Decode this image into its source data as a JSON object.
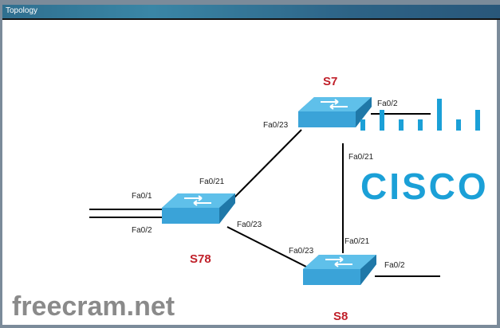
{
  "window": {
    "title": "Topology"
  },
  "watermark": "freecram.net",
  "logo": {
    "text": "CISCO",
    "color": "#1ba0d7"
  },
  "switches": [
    {
      "name": "S7",
      "color": "#3fa7d6"
    },
    {
      "name": "S78",
      "color": "#3fa7d6"
    },
    {
      "name": "S8",
      "color": "#3fa7d6"
    }
  ],
  "ports": {
    "s7_fa02": "Fa0/2",
    "s7_fa023": "Fa0/23",
    "s7_fa021": "Fa0/21",
    "s78_fa021": "Fa0/21",
    "s78_fa01": "Fa0/1",
    "s78_fa02": "Fa0/2",
    "s78_fa023": "Fa0/23",
    "s8_fa023": "Fa0/23",
    "s8_fa021": "Fa0/21",
    "s8_fa02": "Fa0/2"
  }
}
